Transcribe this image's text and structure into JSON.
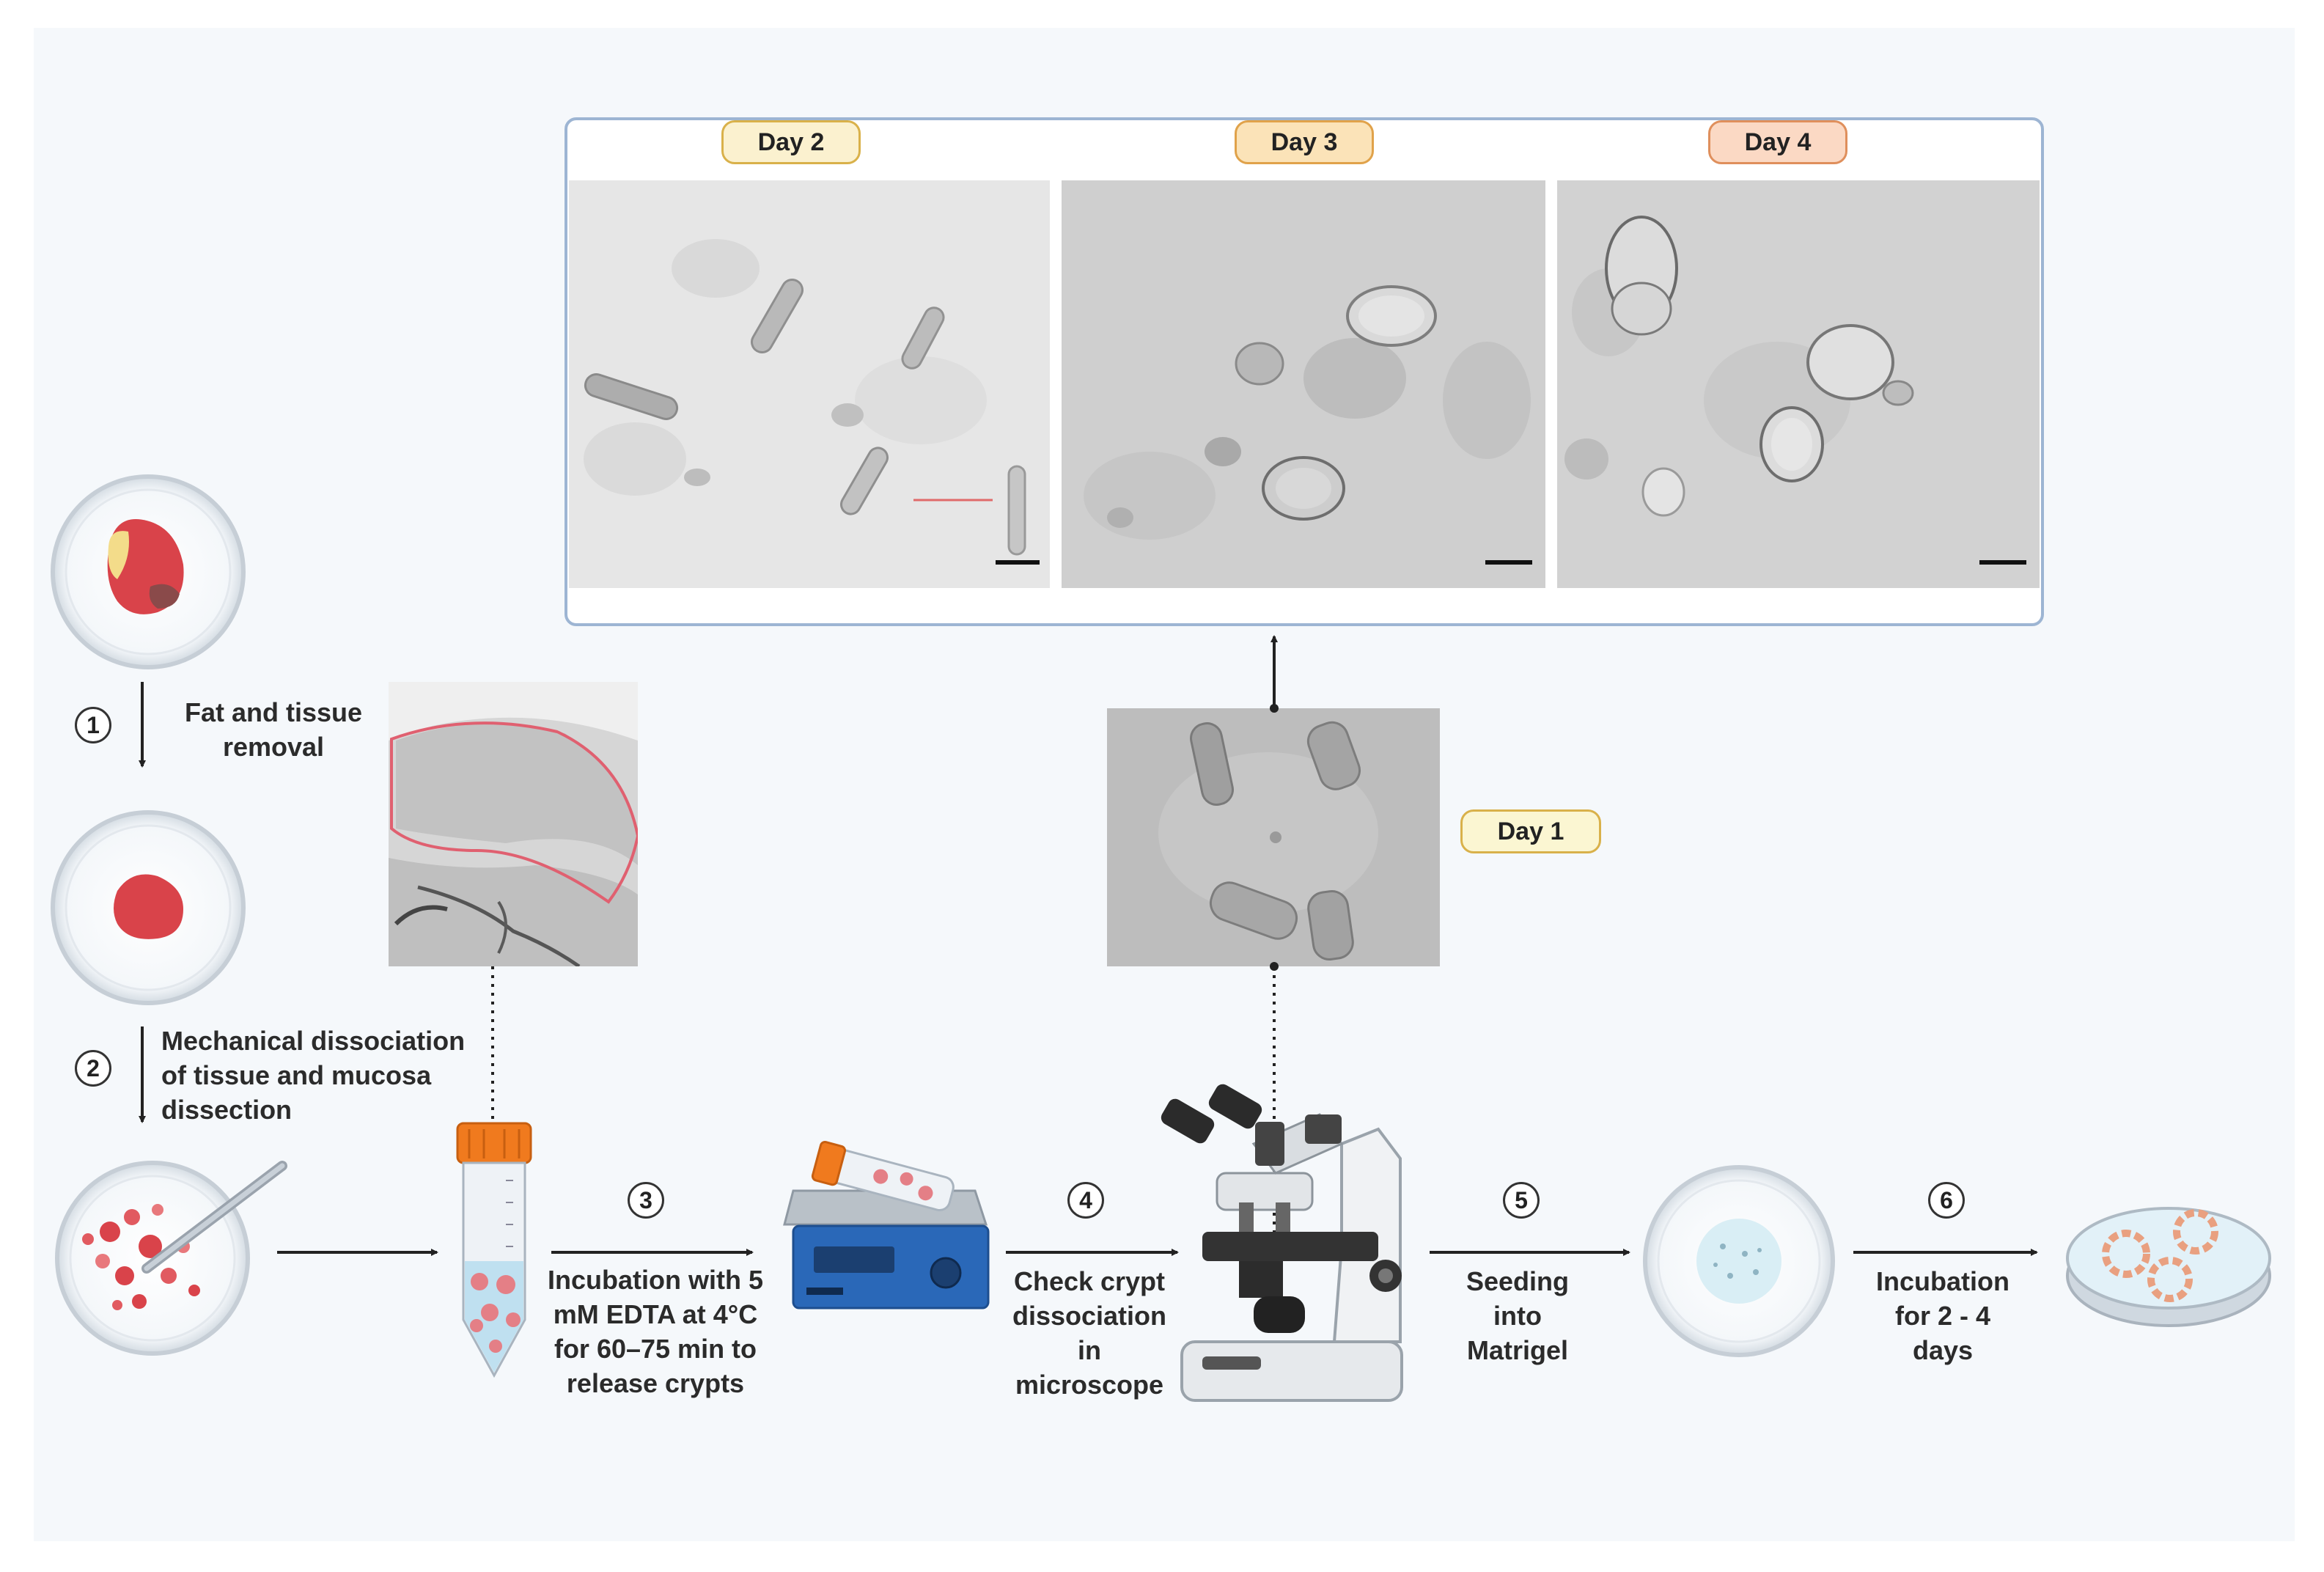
{
  "days": {
    "day1": "Day 1",
    "day2": "Day 2",
    "day3": "Day 3",
    "day4": "Day 4"
  },
  "steps": [
    {
      "number": "1",
      "label_lines": [
        "Fat and tissue",
        "removal"
      ]
    },
    {
      "number": "2",
      "label_lines": [
        "Mechanical dissociation",
        "of tissue and mucosa",
        "dissection"
      ]
    },
    {
      "number": "3",
      "label_lines": [
        "Incubation with 5",
        "mM EDTA at 4°C",
        "for 60–75 min to",
        "release crypts"
      ]
    },
    {
      "number": "4",
      "label_lines": [
        "Check crypt",
        "dissociation",
        "in",
        "microscope"
      ]
    },
    {
      "number": "5",
      "label_lines": [
        "Seeding",
        "into",
        "Matrigel"
      ]
    },
    {
      "number": "6",
      "label_lines": [
        "Incubation",
        "for 2 - 4",
        "days"
      ]
    }
  ],
  "colors": {
    "day2_badge": "#fbf1cf",
    "day3_badge": "#fbe3b8",
    "day4_badge": "#fbd9c4",
    "day1_badge": "#fbf6d2",
    "frame_border": "#9db5d3",
    "tissue_red": "#d9434a",
    "tube_cap": "#f07a1e",
    "shaker_blue": "#2a68b8"
  }
}
